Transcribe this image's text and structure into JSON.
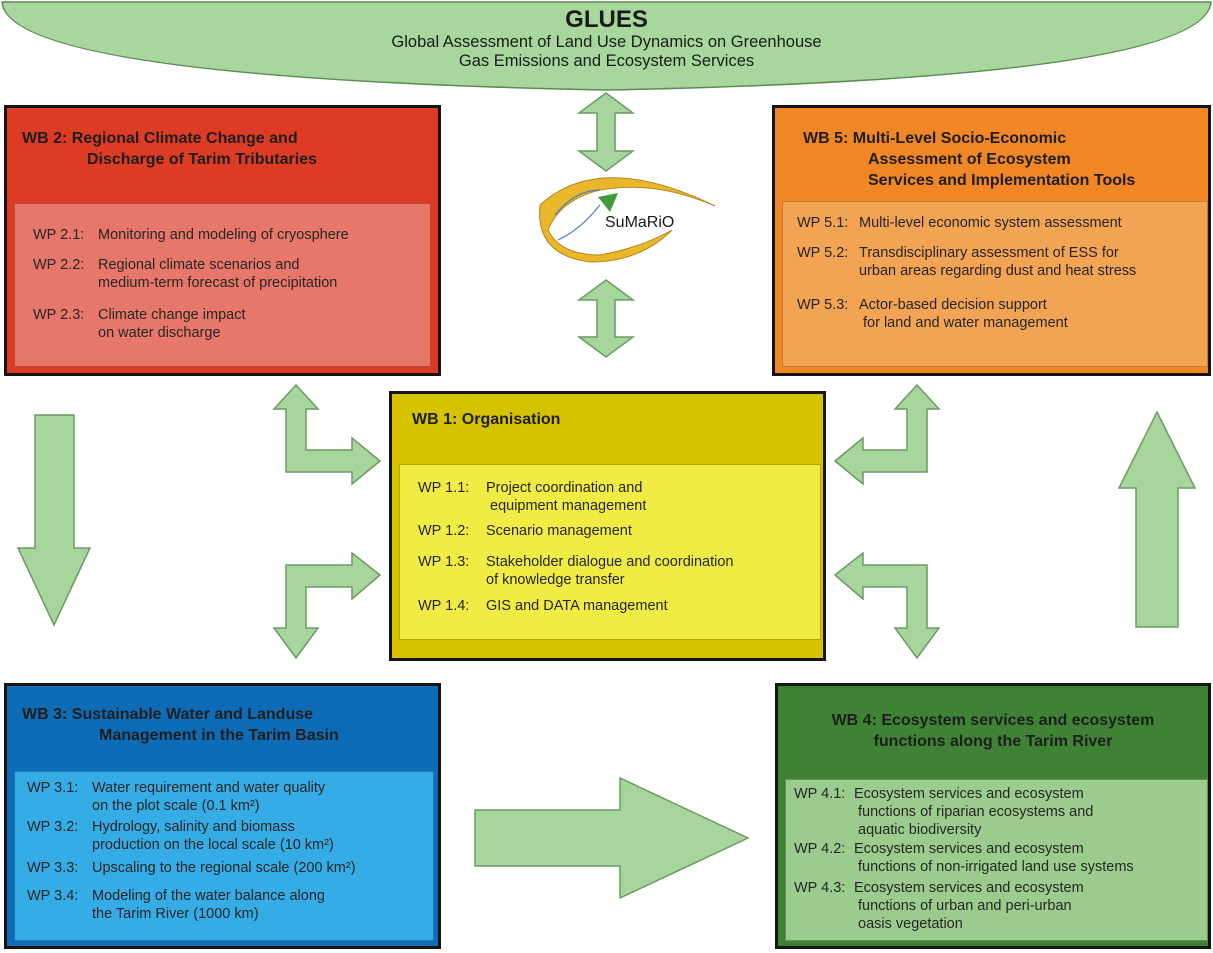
{
  "header": {
    "title": "GLUES",
    "subtitle_line1": "Global Assessment of Land Use Dynamics on Greenhouse",
    "subtitle_line2": "Gas Emissions and Ecosystem Services"
  },
  "logo": {
    "text": "SuMaRiO"
  },
  "colors": {
    "arrow_fill": "#a6d69c",
    "arrow_stroke": "#6c9a63",
    "header_fill": "#a7d79d",
    "wb2_outer": "#dd3b24",
    "wb2_inner": "#e8776b",
    "wb5_outer": "#f08624",
    "wb5_inner": "#f2a353",
    "wb1_outer": "#d5c300",
    "wb1_inner": "#f1ec44",
    "wb3_outer": "#0d6cb5",
    "wb3_inner": "#36ace6",
    "wb4_outer": "#3f8235",
    "wb4_inner": "#9bcc8d"
  },
  "wb2": {
    "title_line1": "WB 2:   Regional Climate Change and",
    "title_line2": "Discharge of Tarim Tributaries",
    "items": [
      {
        "code": "WP 2.1:",
        "line1": "Monitoring and modeling of cryosphere"
      },
      {
        "code": "WP 2.2:",
        "line1": "Regional climate scenarios and",
        "line2": "medium-term forecast of precipitation"
      },
      {
        "code": "WP 2.3:",
        "line1": "Climate change impact",
        "line2": "on water discharge"
      }
    ]
  },
  "wb5": {
    "title_line1": "WB 5:   Multi-Level Socio-Economic",
    "title_line2": "Assessment of Ecosystem",
    "title_line3": "Services and Implementation Tools",
    "items": [
      {
        "code": "WP 5.1:",
        "line1": "Multi-level economic system assessment"
      },
      {
        "code": "WP 5.2:",
        "line1": "Transdisciplinary assessment of ESS for",
        "line2": "urban areas regarding dust and heat stress"
      },
      {
        "code": "WP 5.3:",
        "line1": "Actor-based decision support",
        "line2": "for land and water management"
      }
    ]
  },
  "wb1": {
    "title": "WB 1: Organisation",
    "items": [
      {
        "code": "WP 1.1:",
        "line1": "Project coordination and",
        "line2": "equipment management"
      },
      {
        "code": "WP 1.2:",
        "line1": "Scenario management"
      },
      {
        "code": "WP 1.3:",
        "line1": "Stakeholder dialogue and coordination",
        "line2": "of knowledge transfer"
      },
      {
        "code": "WP 1.4:",
        "line1": "GIS and DATA management"
      }
    ]
  },
  "wb3": {
    "title_line1": "WB 3:    Sustainable Water and Landuse",
    "title_line2": "Management in the Tarim Basin",
    "items": [
      {
        "code": "WP 3.1:",
        "line1": "Water requirement and water quality",
        "line2": "on the plot scale (0.1 km²)"
      },
      {
        "code": "WP 3.2:",
        "line1": "Hydrology, salinity and biomass",
        "line2": "production on the local scale (10 km²)"
      },
      {
        "code": "WP 3.3:",
        "line1": "Upscaling to the regional scale (200 km²)"
      },
      {
        "code": "WP 3.4:",
        "line1": "Modeling of the water balance along",
        "line2": "the Tarim River (1000 km)"
      }
    ]
  },
  "wb4": {
    "title_line1": "WB 4: Ecosystem services and ecosystem",
    "title_line2": "functions along the Tarim River",
    "items": [
      {
        "code": "WP 4.1:",
        "line1": "Ecosystem services and ecosystem",
        "line2": "functions of riparian ecosystems and",
        "line3": "aquatic biodiversity"
      },
      {
        "code": "WP 4.2:",
        "line1": "Ecosystem services and ecosystem",
        "line2": "functions of non-irrigated land use systems"
      },
      {
        "code": "WP 4.3:",
        "line1": "Ecosystem services and ecosystem",
        "line2": "functions of urban and peri-urban",
        "line3": "oasis vegetation"
      }
    ]
  }
}
